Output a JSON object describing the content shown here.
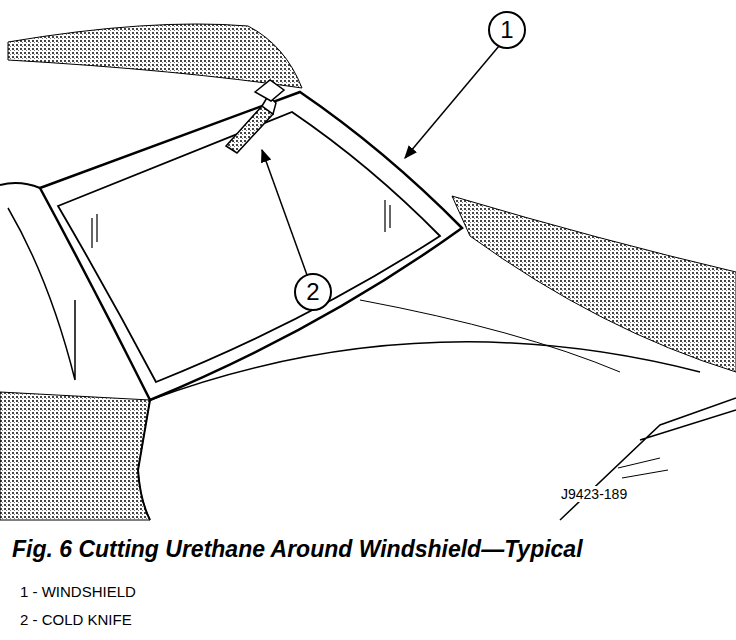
{
  "diagram": {
    "caption": "Fig. 6 Cutting Urethane Around Windshield—Typical",
    "nodes": [
      {
        "text": [
          "1"
        ]
      },
      {
        "text": [
          "2"
        ]
      }
    ],
    "edges": [],
    "labels": [
      "J9423-189",
      "1 - WINDSHIELD",
      "2 - COLD KNIFE"
    ]
  }
}
